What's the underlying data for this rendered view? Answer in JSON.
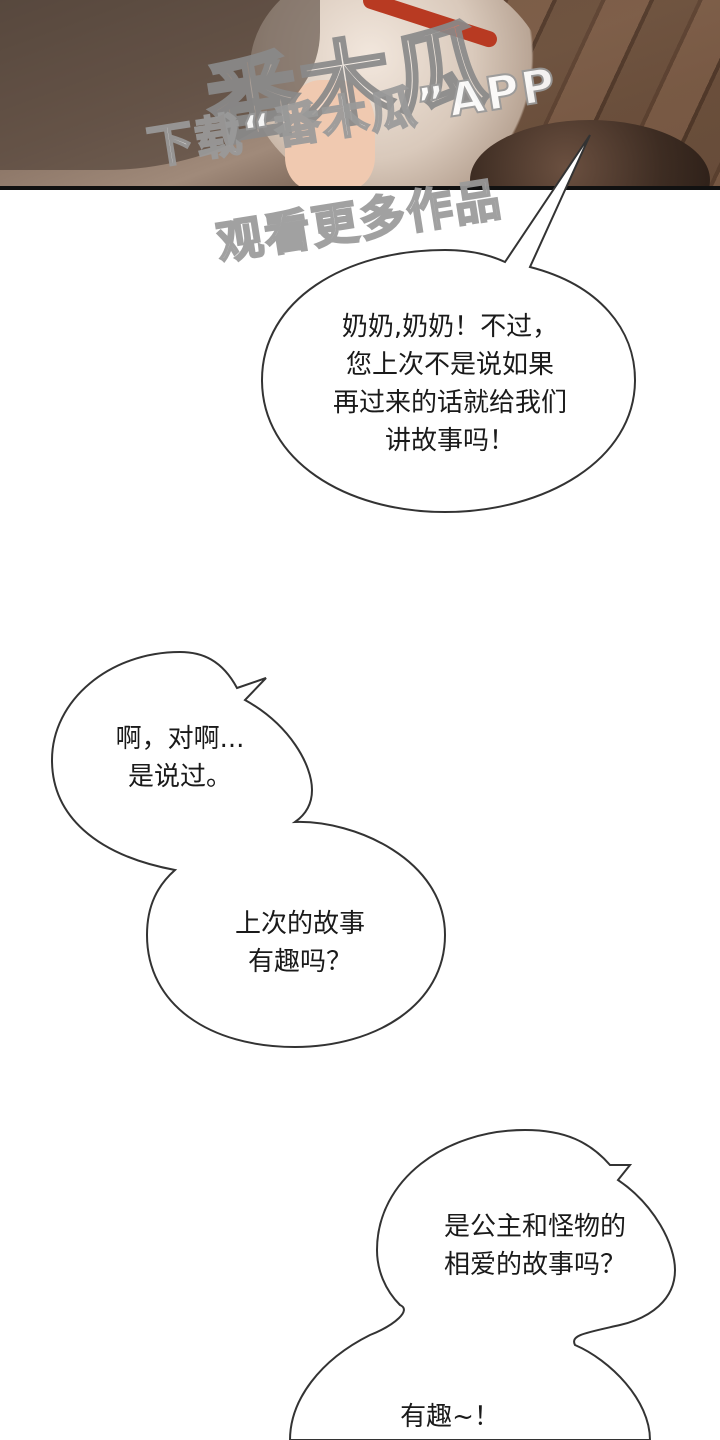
{
  "watermark": {
    "logo": "番木瓜",
    "line1": "下载“番木瓜”APP",
    "line2": "观看更多作品"
  },
  "bubbles": [
    {
      "lines": [
        "奶奶,奶奶！不过，",
        "您上次不是说如果",
        "再过来的话就给我们",
        "讲故事吗！"
      ]
    },
    {
      "lines": [
        "啊，对啊...",
        "是说过。"
      ]
    },
    {
      "lines": [
        "上次的故事",
        "有趣吗？"
      ]
    },
    {
      "lines": [
        "是公主和怪物的",
        "相爱的故事吗？"
      ]
    },
    {
      "lines": [
        "有趣~！"
      ]
    }
  ]
}
